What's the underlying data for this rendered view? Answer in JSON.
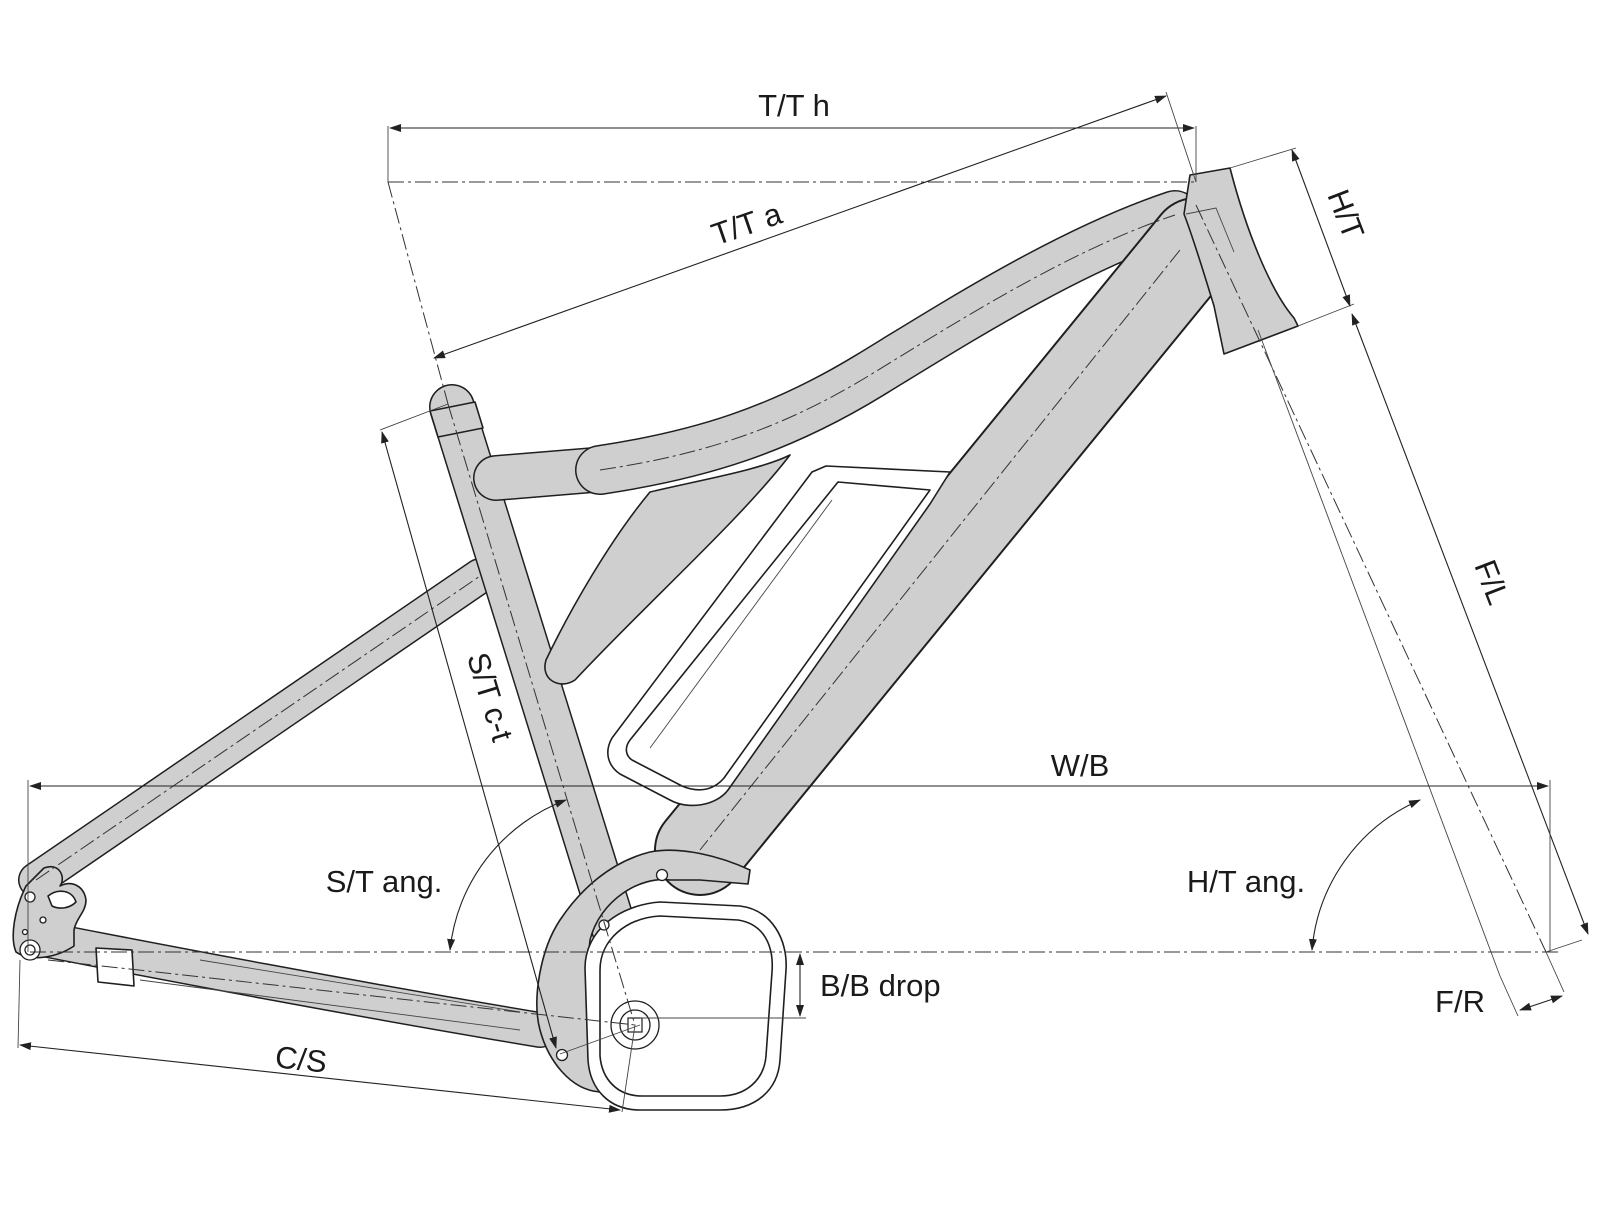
{
  "diagram": {
    "labels": {
      "top_tube_horizontal": "T/T h",
      "top_tube_actual": "T/T a",
      "head_tube": "H/T",
      "fork_length": "F/L",
      "seat_tube_center_top": "S/T c-t",
      "wheelbase": "W/B",
      "seat_tube_angle": "S/T ang.",
      "head_tube_angle": "H/T ang.",
      "bottom_bracket_drop": "B/B drop",
      "chainstay": "C/S",
      "fork_rake": "F/R"
    },
    "colors": {
      "frame_fill": "#cfcfcf",
      "outline": "#1f1f1f",
      "background": "#ffffff"
    }
  }
}
